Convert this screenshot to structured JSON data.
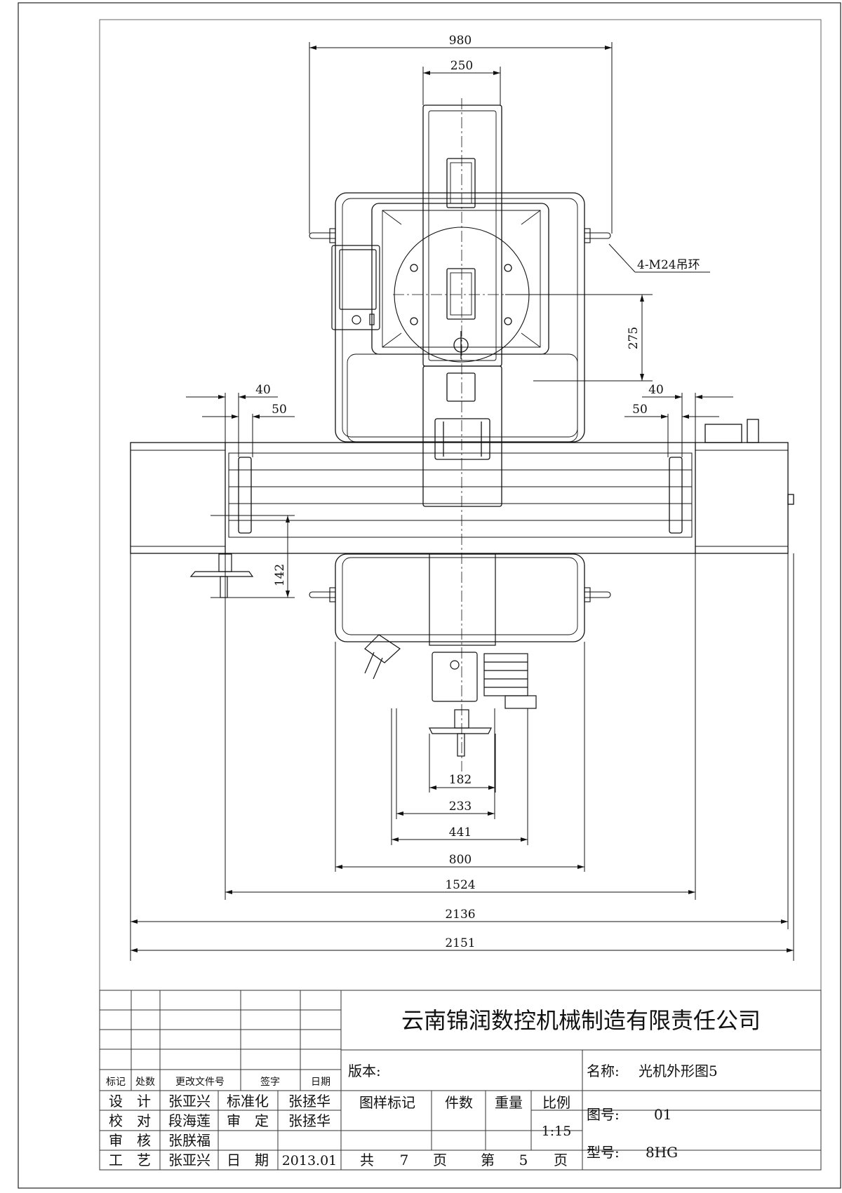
{
  "drawing": {
    "dimensions": {
      "d980": "980",
      "d250": "250",
      "d275": "275",
      "d40_left": "40",
      "d50_left": "50",
      "d40_right": "40",
      "d50_right": "50",
      "d142": "142",
      "d182": "182",
      "d233": "233",
      "d441": "441",
      "d800": "800",
      "d1524": "1524",
      "d2136": "2136",
      "d2151": "2151"
    },
    "callout": "4-M24吊环"
  },
  "title_block": {
    "company": "云南锦润数控机械制造有限责任公司",
    "revision_headers": {
      "mark": "标记",
      "zones": "处数",
      "change_doc": "更改文件号",
      "signature": "签字",
      "date": "日期"
    },
    "roles": {
      "design": "设　计",
      "check": "校　对",
      "review": "审　核",
      "process": "工　艺",
      "standardize": "标准化",
      "approve": "审　定",
      "date": "日　期"
    },
    "people": {
      "designer": "张亚兴",
      "checker": "段海莲",
      "reviewer": "张朕福",
      "process": "张亚兴",
      "standardizer": "张拯华",
      "approver": "张拯华"
    },
    "date_value": "2013.01",
    "version_label": "版本:",
    "sample_mark": "图样标记",
    "quantity": "件数",
    "weight": "重量",
    "scale_label": "比例",
    "scale_value": "1:15",
    "total_label": "共",
    "total_value": "7",
    "page_unit_1": "页",
    "page_label": "第",
    "page_value": "5",
    "page_unit_2": "页",
    "name_label": "名称:",
    "name_value": "光机外形图5",
    "drawing_no_label": "图号:",
    "drawing_no_value": "01",
    "model_label": "型号:",
    "model_value": "8HG"
  }
}
